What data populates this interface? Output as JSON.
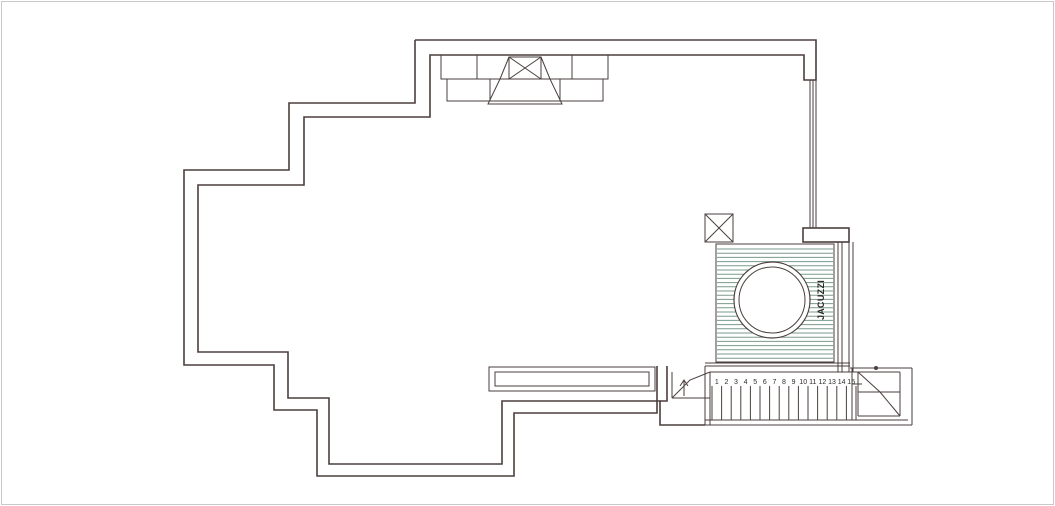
{
  "plan": {
    "jacuzzi_label": "JACUZZI",
    "stair_step_numbers": [
      "1",
      "2",
      "3",
      "4",
      "5",
      "6",
      "7",
      "8",
      "9",
      "10",
      "11",
      "12",
      "13",
      "14",
      "15"
    ]
  },
  "colors": {
    "wall": "#4a3f3d",
    "deck_lines": "#7a9a8c",
    "frame_border": "#c9c9c9"
  }
}
